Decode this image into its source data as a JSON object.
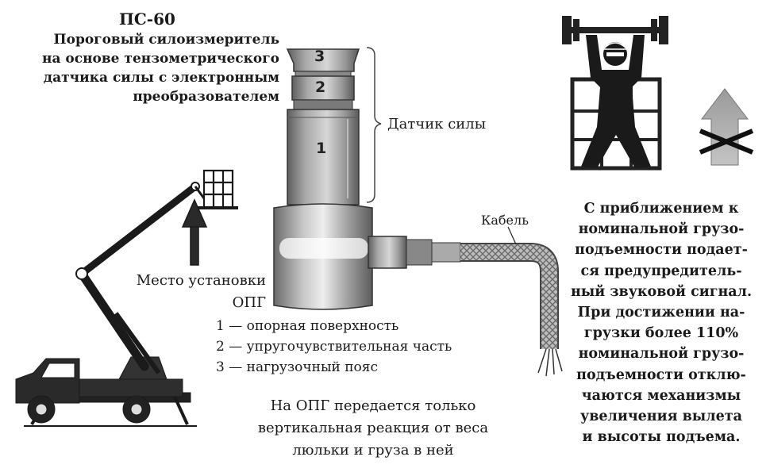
{
  "title": {
    "code": "ПС-60",
    "lines": [
      "Пороговый силоизмеритель",
      "на основе тензометрического",
      "датчика силы с электронным",
      "преобразователем"
    ]
  },
  "install_place": [
    "Место установки",
    "ОПГ"
  ],
  "sensor_label": "Датчик силы",
  "cable_label": "Кабель",
  "part_numbers": [
    "3",
    "2",
    "1"
  ],
  "legend": [
    "1 — опорная поверхность",
    "2 — упругочувствительная часть",
    "3 — нагрузочный пояс"
  ],
  "note_bottom": [
    "На ОПГ передается только",
    "вертикальная реакция от веса",
    "люльки и груза в ней"
  ],
  "note_right": [
    "С приближением к",
    "номинальной грузо-",
    "подъемности подает-",
    "ся предупредитель-",
    "ный звуковой сигнал.",
    "При достижении на-",
    "грузки более 110%",
    "номинальной грузо-",
    "подъемности отклю-",
    "чаются механизмы",
    "увеличения вылета",
    "и высоты подъема."
  ],
  "colors": {
    "ink": "#1a1a1a",
    "metal_dark": "#6e6e6e",
    "metal_light": "#d0d0d0",
    "arrow": "#8a8a8a"
  }
}
